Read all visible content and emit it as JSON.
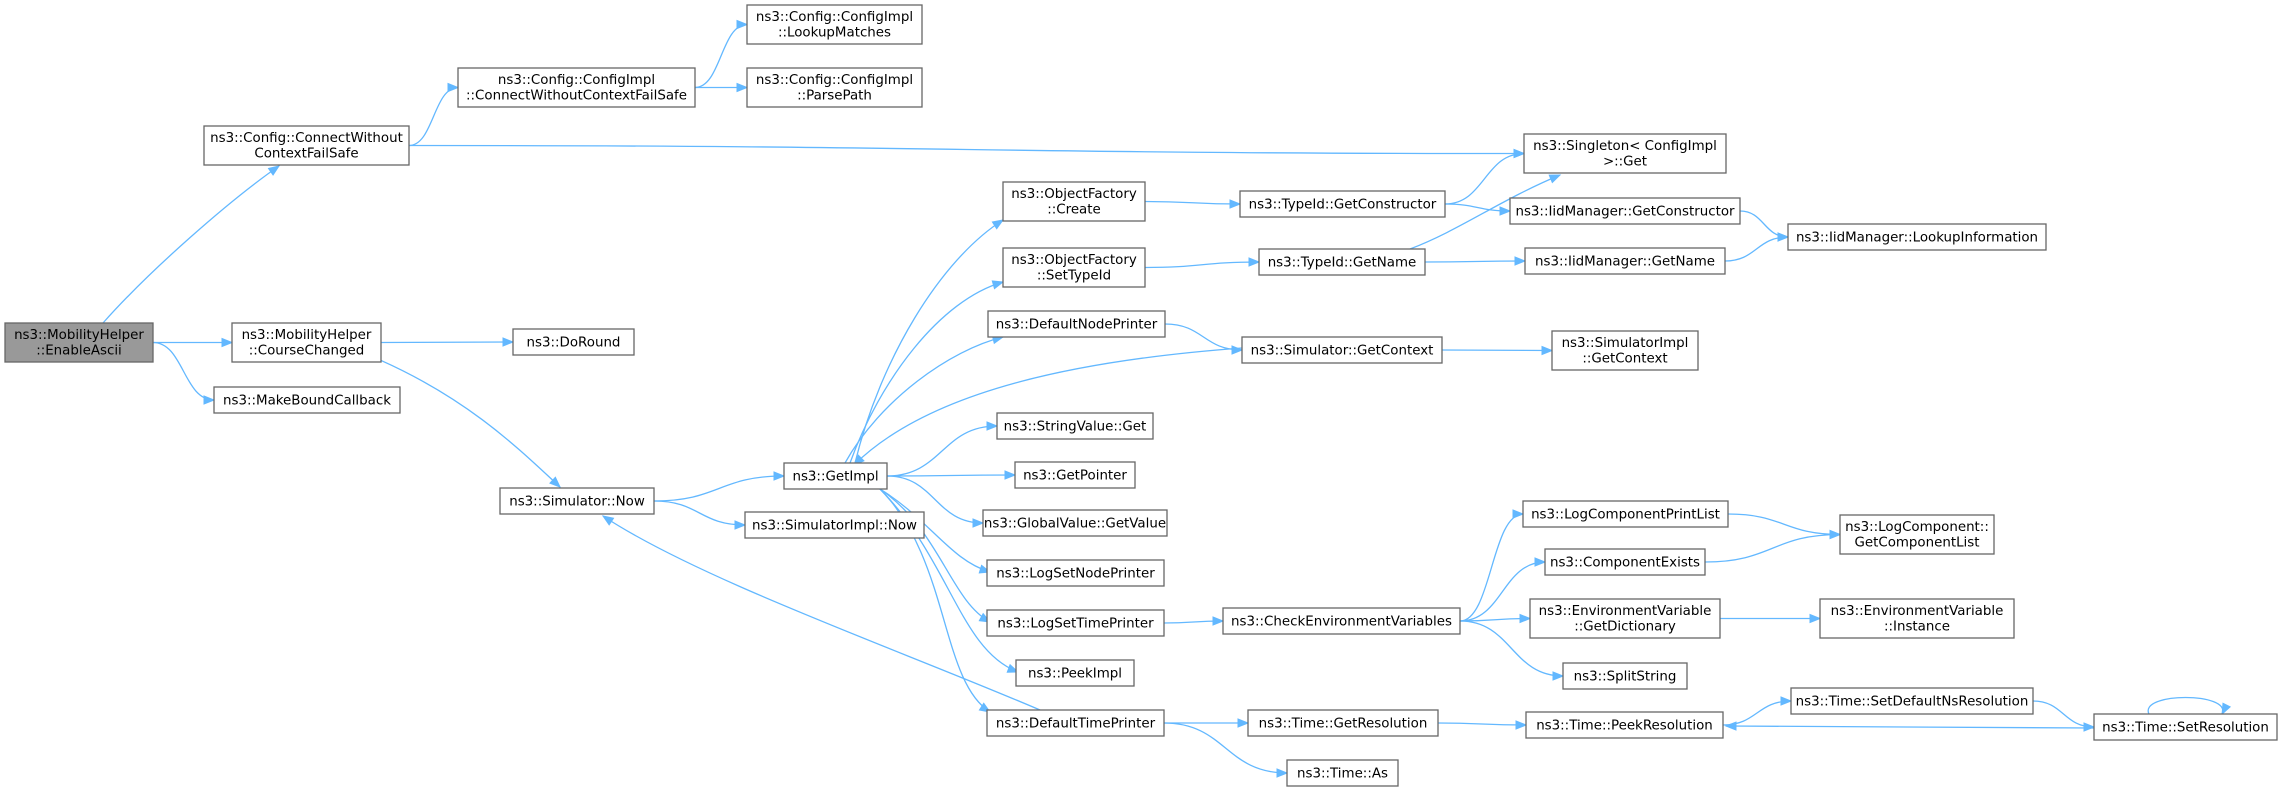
{
  "diagram": {
    "nodes": [
      {
        "id": "enableascii",
        "lines": [
          "ns3::MobilityHelper",
          "::EnableAscii"
        ],
        "root": true
      },
      {
        "id": "connectwithout",
        "lines": [
          "ns3::Config::ConnectWithout",
          "ContextFailSafe"
        ]
      },
      {
        "id": "impl_connect",
        "lines": [
          "ns3::Config::ConfigImpl",
          "::ConnectWithoutContextFailSafe"
        ]
      },
      {
        "id": "impl_lookup",
        "lines": [
          "ns3::Config::ConfigImpl",
          "::LookupMatches"
        ]
      },
      {
        "id": "impl_parse",
        "lines": [
          "ns3::Config::ConfigImpl",
          "::ParsePath"
        ]
      },
      {
        "id": "singleton",
        "lines": [
          "ns3::Singleton< ConfigImpl",
          " >::Get"
        ]
      },
      {
        "id": "coursechanged",
        "lines": [
          "ns3::MobilityHelper",
          "::CourseChanged"
        ]
      },
      {
        "id": "doround",
        "lines": [
          "ns3::DoRound"
        ]
      },
      {
        "id": "makeboundcb",
        "lines": [
          "ns3::MakeBoundCallback"
        ]
      },
      {
        "id": "simnow",
        "lines": [
          "ns3::Simulator::Now"
        ]
      },
      {
        "id": "simimplnow",
        "lines": [
          "ns3::SimulatorImpl::Now"
        ]
      },
      {
        "id": "getimpl",
        "lines": [
          "ns3::GetImpl"
        ]
      },
      {
        "id": "objfactory_create",
        "lines": [
          "ns3::ObjectFactory",
          "::Create"
        ]
      },
      {
        "id": "objfactory_settypeid",
        "lines": [
          "ns3::ObjectFactory",
          "::SetTypeId"
        ]
      },
      {
        "id": "defaultnodeprinter",
        "lines": [
          "ns3::DefaultNodePrinter"
        ]
      },
      {
        "id": "stringvalue_get",
        "lines": [
          "ns3::StringValue::Get"
        ]
      },
      {
        "id": "getpointer",
        "lines": [
          "ns3::GetPointer"
        ]
      },
      {
        "id": "globalvalue_getvalue",
        "lines": [
          "ns3::GlobalValue::GetValue"
        ]
      },
      {
        "id": "logsetnodeprinter",
        "lines": [
          "ns3::LogSetNodePrinter"
        ]
      },
      {
        "id": "logsettimeprinter",
        "lines": [
          "ns3::LogSetTimePrinter"
        ]
      },
      {
        "id": "peekimpl",
        "lines": [
          "ns3::PeekImpl"
        ]
      },
      {
        "id": "defaulttimeprinter",
        "lines": [
          "ns3::DefaultTimePrinter"
        ]
      },
      {
        "id": "typeid_getconstructor",
        "lines": [
          "ns3::TypeId::GetConstructor"
        ]
      },
      {
        "id": "typeid_getname",
        "lines": [
          "ns3::TypeId::GetName"
        ]
      },
      {
        "id": "sim_getcontext",
        "lines": [
          "ns3::Simulator::GetContext"
        ]
      },
      {
        "id": "checkenv",
        "lines": [
          "ns3::CheckEnvironmentVariables"
        ]
      },
      {
        "id": "time_getresolution",
        "lines": [
          "ns3::Time::GetResolution"
        ]
      },
      {
        "id": "time_as",
        "lines": [
          "ns3::Time::As"
        ]
      },
      {
        "id": "iid_getconstructor",
        "lines": [
          "ns3::IidManager::GetConstructor"
        ]
      },
      {
        "id": "iid_getname",
        "lines": [
          "ns3::IidManager::GetName"
        ]
      },
      {
        "id": "iid_lookupinfo",
        "lines": [
          "ns3::IidManager::LookupInformation"
        ]
      },
      {
        "id": "simimpl_getcontext",
        "lines": [
          "ns3::SimulatorImpl",
          "::GetContext"
        ]
      },
      {
        "id": "logcompprintlist",
        "lines": [
          "ns3::LogComponentPrintList"
        ]
      },
      {
        "id": "componentexists",
        "lines": [
          "ns3::ComponentExists"
        ]
      },
      {
        "id": "envvar_getdict",
        "lines": [
          "ns3::EnvironmentVariable",
          "::GetDictionary"
        ]
      },
      {
        "id": "splitstring",
        "lines": [
          "ns3::SplitString"
        ]
      },
      {
        "id": "logcomp_getlist",
        "lines": [
          "ns3::LogComponent::",
          "GetComponentList"
        ]
      },
      {
        "id": "envvar_instance",
        "lines": [
          "ns3::EnvironmentVariable",
          "::Instance"
        ]
      },
      {
        "id": "time_peekres",
        "lines": [
          "ns3::Time::PeekResolution"
        ]
      },
      {
        "id": "time_setdefaultns",
        "lines": [
          "ns3::Time::SetDefaultNsResolution"
        ]
      },
      {
        "id": "time_setres",
        "lines": [
          "ns3::Time::SetResolution"
        ]
      }
    ],
    "edges": [
      {
        "from": "enableascii",
        "to": "connectwithout"
      },
      {
        "from": "enableascii",
        "to": "coursechanged"
      },
      {
        "from": "enableascii",
        "to": "makeboundcb"
      },
      {
        "from": "connectwithout",
        "to": "impl_connect"
      },
      {
        "from": "connectwithout",
        "to": "singleton"
      },
      {
        "from": "impl_connect",
        "to": "impl_lookup"
      },
      {
        "from": "impl_connect",
        "to": "impl_parse"
      },
      {
        "from": "coursechanged",
        "to": "doround"
      },
      {
        "from": "coursechanged",
        "to": "simnow"
      },
      {
        "from": "simnow",
        "to": "getimpl"
      },
      {
        "from": "simnow",
        "to": "simimplnow"
      },
      {
        "from": "getimpl",
        "to": "objfactory_create"
      },
      {
        "from": "getimpl",
        "to": "objfactory_settypeid"
      },
      {
        "from": "getimpl",
        "to": "defaultnodeprinter"
      },
      {
        "from": "getimpl",
        "to": "stringvalue_get"
      },
      {
        "from": "getimpl",
        "to": "getpointer"
      },
      {
        "from": "getimpl",
        "to": "globalvalue_getvalue"
      },
      {
        "from": "getimpl",
        "to": "logsetnodeprinter"
      },
      {
        "from": "getimpl",
        "to": "logsettimeprinter"
      },
      {
        "from": "getimpl",
        "to": "peekimpl"
      },
      {
        "from": "getimpl",
        "to": "defaulttimeprinter"
      },
      {
        "from": "objfactory_create",
        "to": "typeid_getconstructor"
      },
      {
        "from": "objfactory_settypeid",
        "to": "typeid_getname"
      },
      {
        "from": "defaultnodeprinter",
        "to": "sim_getcontext"
      },
      {
        "from": "sim_getcontext",
        "to": "getimpl"
      },
      {
        "from": "sim_getcontext",
        "to": "simimpl_getcontext"
      },
      {
        "from": "typeid_getconstructor",
        "to": "singleton"
      },
      {
        "from": "typeid_getconstructor",
        "to": "iid_getconstructor"
      },
      {
        "from": "typeid_getname",
        "to": "singleton"
      },
      {
        "from": "typeid_getname",
        "to": "iid_getname"
      },
      {
        "from": "iid_getconstructor",
        "to": "iid_lookupinfo"
      },
      {
        "from": "iid_getname",
        "to": "iid_lookupinfo"
      },
      {
        "from": "logsettimeprinter",
        "to": "checkenv"
      },
      {
        "from": "checkenv",
        "to": "logcompprintlist"
      },
      {
        "from": "checkenv",
        "to": "componentexists"
      },
      {
        "from": "checkenv",
        "to": "envvar_getdict"
      },
      {
        "from": "checkenv",
        "to": "splitstring"
      },
      {
        "from": "logcompprintlist",
        "to": "logcomp_getlist"
      },
      {
        "from": "componentexists",
        "to": "logcomp_getlist"
      },
      {
        "from": "envvar_getdict",
        "to": "envvar_instance"
      },
      {
        "from": "defaulttimeprinter",
        "to": "simnow"
      },
      {
        "from": "defaulttimeprinter",
        "to": "time_getresolution"
      },
      {
        "from": "defaulttimeprinter",
        "to": "time_as"
      },
      {
        "from": "time_getresolution",
        "to": "time_peekres"
      },
      {
        "from": "time_peekres",
        "to": "time_setdefaultns"
      },
      {
        "from": "time_setdefaultns",
        "to": "time_setres"
      },
      {
        "from": "time_setres",
        "to": "time_peekres"
      },
      {
        "from": "time_setres",
        "to": "time_setres"
      }
    ]
  }
}
